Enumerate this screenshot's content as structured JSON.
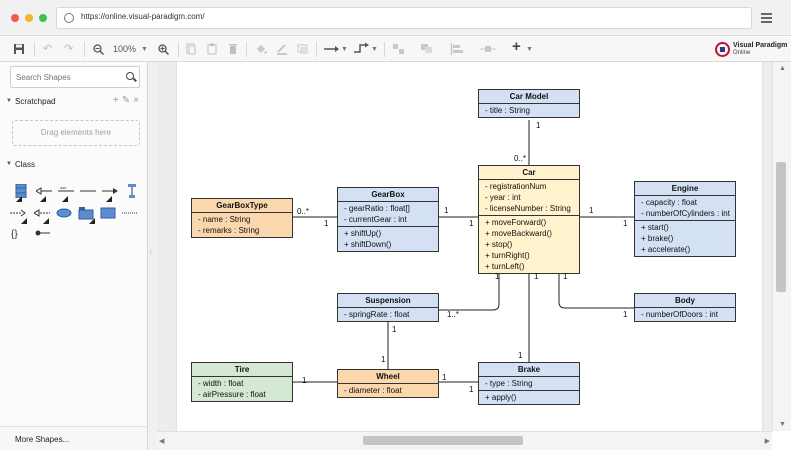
{
  "browser": {
    "url": "https://online.visual-paradigm.com/",
    "dot_colors": [
      "#ee5a52",
      "#f5b433",
      "#3cc04a"
    ]
  },
  "toolbar": {
    "zoom": "100%",
    "logo_line1": "Visual Paradigm",
    "logo_line2": "Online"
  },
  "sidebar": {
    "search_placeholder": "Search Shapes",
    "scratchpad_label": "Scratchpad",
    "dropzone_text": "Drag elements here",
    "class_label": "Class",
    "more_shapes": "More Shapes..."
  },
  "diagram": {
    "classes": {
      "car_model": {
        "name": "Car Model",
        "attributes": [
          "- title : String"
        ],
        "operations": []
      },
      "car": {
        "name": "Car",
        "attributes": [
          "- registrationNum",
          "- year : int",
          "- licenseNumber : String"
        ],
        "operations": [
          "+ moveForward()",
          "+ moveBackward()",
          "+ stop()",
          "+ turnRight()",
          "+ turnLeft()"
        ]
      },
      "gearboxtype": {
        "name": "GearBoxType",
        "attributes": [
          "- name : String",
          "- remarks : String"
        ],
        "operations": []
      },
      "gearbox": {
        "name": "GearBox",
        "attributes": [
          "- gearRatio : float[]",
          "- currentGear : int"
        ],
        "operations": [
          "+ shiftUp()",
          "+ shiftDown()"
        ]
      },
      "engine": {
        "name": "Engine",
        "attributes": [
          "- capacity : float",
          "- numberOfCylinders : int"
        ],
        "operations": [
          "+ start()",
          "+ brake()",
          "+ accelerate()"
        ]
      },
      "suspension": {
        "name": "Suspension",
        "attributes": [
          "- springRate : float"
        ],
        "operations": []
      },
      "body": {
        "name": "Body",
        "attributes": [
          "- numberOfDoors : int"
        ],
        "operations": []
      },
      "tire": {
        "name": "Tire",
        "attributes": [
          "- width : float",
          "- airPressure : float"
        ],
        "operations": []
      },
      "wheel": {
        "name": "Wheel",
        "attributes": [
          "- diameter : float"
        ],
        "operations": []
      },
      "brake": {
        "name": "Brake",
        "attributes": [
          "- type : String"
        ],
        "operations": [
          "+ apply()"
        ]
      }
    },
    "multiplicities": {
      "carmodel_end": "1",
      "car_top": "0..*",
      "gbt_end": "0..*",
      "gearbox_left": "1",
      "car_left": "1",
      "gearbox_right": "1",
      "car_right": "1",
      "engine_left": "1",
      "car_bottom_left": "1",
      "suspension_end": "1..*",
      "suspension_bottom": "1",
      "wheel_top": "1",
      "tire_end": "1",
      "wheel_right": "1",
      "brake_left": "1",
      "car_brake": "1",
      "brake_top": "1",
      "car_body": "1",
      "body_left": "1"
    }
  }
}
